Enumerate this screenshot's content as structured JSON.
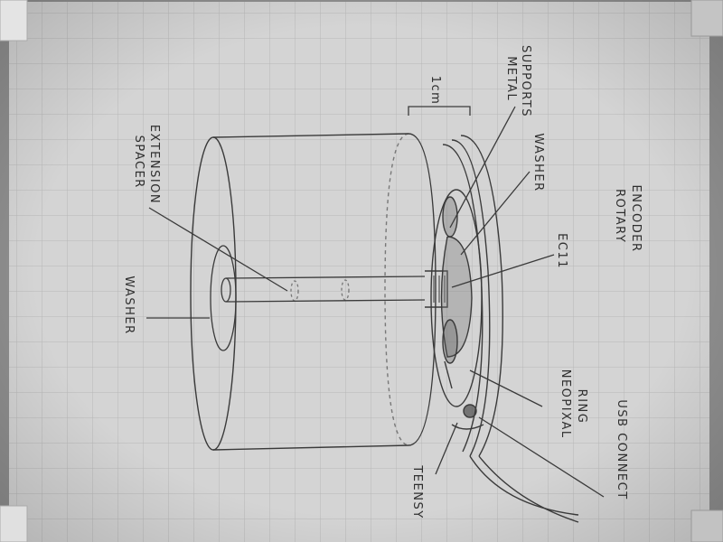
{
  "labels": {
    "spacer_line1": "SPACER",
    "spacer_line2": "EXTENSION",
    "washer_left": "WASHER",
    "dimension": "1cm",
    "metal_line1": "METAL",
    "metal_line2": "SUPPORTS",
    "washer_right": "WASHER",
    "ec11": "EC11",
    "rotary_line1": "ROTARY",
    "rotary_line2": "ENCODER",
    "neopixel_line1": "NEOPIXAL",
    "neopixel_line2": "RING",
    "usb": "USB CONNECT",
    "teensy": "TEENSY"
  },
  "colors": {
    "paper": "#d6d6d6",
    "grid": "#b9b9b9",
    "ink": "#3a3a3a",
    "background": "#8e8e8e"
  }
}
